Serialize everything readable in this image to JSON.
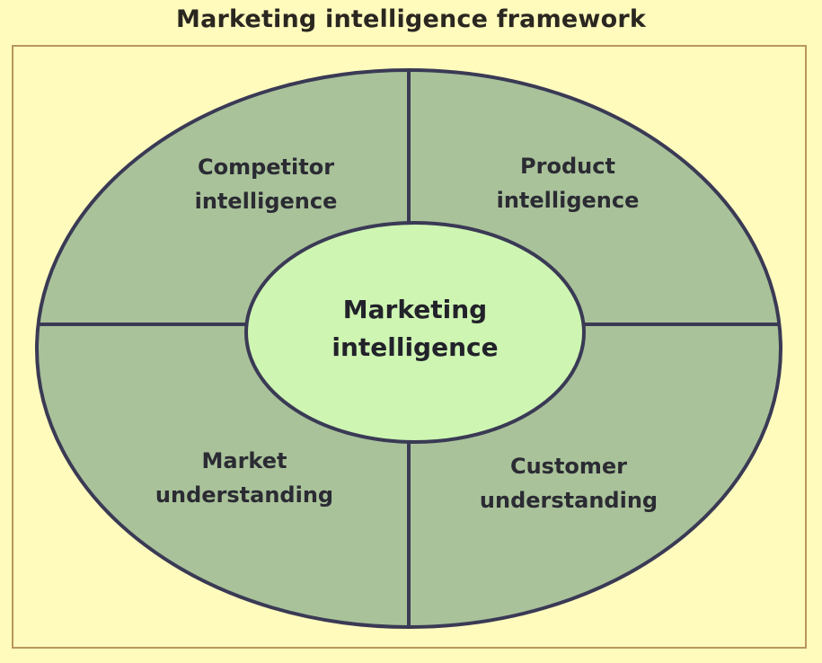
{
  "title": "Marketing intelligence framework",
  "center": {
    "line1": "Marketing",
    "line2": "intelligence"
  },
  "quadrants": {
    "top_left": {
      "line1": "Competitor",
      "line2": "intelligence"
    },
    "top_right": {
      "line1": "Product",
      "line2": "intelligence"
    },
    "bottom_left": {
      "line1": "Market",
      "line2": "understanding"
    },
    "bottom_right": {
      "line1": "Customer",
      "line2": "understanding"
    }
  },
  "colors": {
    "background": "#fffbbd",
    "frame_border": "#b9975b",
    "outer_fill": "#a9c29a",
    "inner_fill": "#cef5b2",
    "stroke": "#3a3a55",
    "text": "#2b2b33"
  }
}
